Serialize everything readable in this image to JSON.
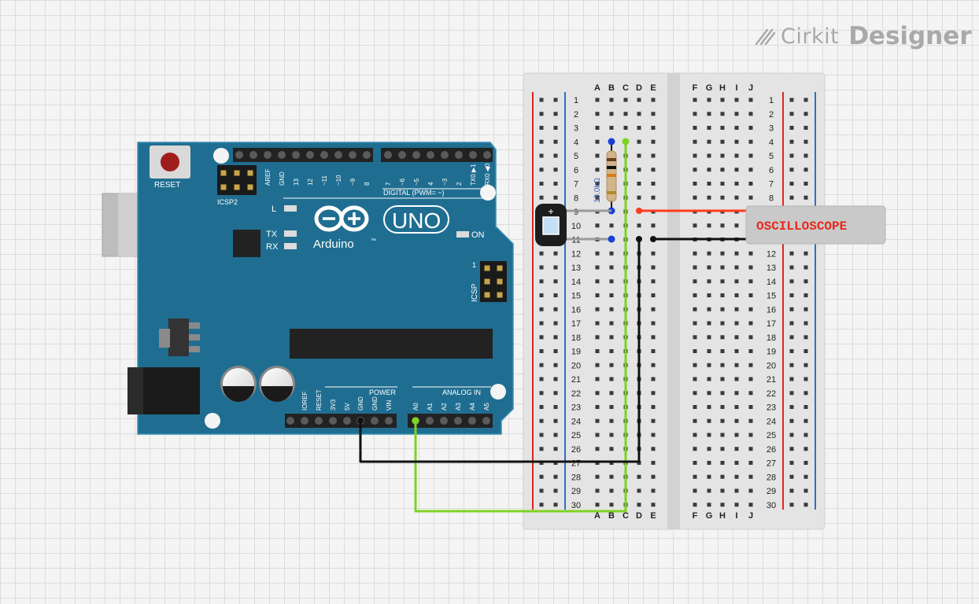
{
  "app": {
    "brand_first": "Cirkit",
    "brand_second": "Designer",
    "brand_icon": "cirkit-logo-icon"
  },
  "arduino": {
    "reset_label": "RESET",
    "icsp2_label": "ICSP2",
    "icsp_label": "ICSP",
    "icsp_pin1": "1",
    "led_l": "L",
    "led_tx": "TX",
    "led_rx": "RX",
    "on_label": "ON",
    "logo_text": "Arduino",
    "logo_tm": "™",
    "uno_text": "UNO",
    "digital_label": "DIGITAL (PWM= ~)",
    "power_label": "POWER",
    "analog_label": "ANALOG IN",
    "top_pins_left": [
      "AREF",
      "GND",
      "13",
      "12",
      "~11",
      "~10",
      "~9",
      "8"
    ],
    "top_pins_right": [
      "7",
      "~6",
      "~5",
      "4",
      "~3",
      "2",
      "TX0 ▶1",
      "RX0 ◀0"
    ],
    "power_pins": [
      "IOREF",
      "RESET",
      "3V3",
      "5V",
      "GND",
      "GND",
      "VIN"
    ],
    "analog_pins": [
      "A0",
      "A1",
      "A2",
      "A3",
      "A4",
      "A5"
    ],
    "colors": {
      "board": "#1f6e91",
      "board_edge": "#2a7fa5",
      "silk": "#ffffff"
    }
  },
  "breadboard": {
    "columns_left": [
      "A",
      "B",
      "C",
      "D",
      "E"
    ],
    "columns_right": [
      "F",
      "G",
      "H",
      "I",
      "J"
    ],
    "rows": [
      "1",
      "2",
      "3",
      "4",
      "5",
      "6",
      "7",
      "8",
      "9",
      "10",
      "11",
      "12",
      "13",
      "14",
      "15",
      "16",
      "17",
      "18",
      "19",
      "20",
      "21",
      "22",
      "23",
      "24",
      "25",
      "26",
      "27",
      "28",
      "29",
      "30"
    ]
  },
  "resistor": {
    "label": "10.0kΩ"
  },
  "probe": {
    "label": "OSCILLOSCOPE",
    "label_color": "#e8281c"
  },
  "wires": {
    "green": "#7ed321",
    "black": "#111111",
    "red": "#ff3b1f",
    "gray": "#9a9a9a"
  }
}
